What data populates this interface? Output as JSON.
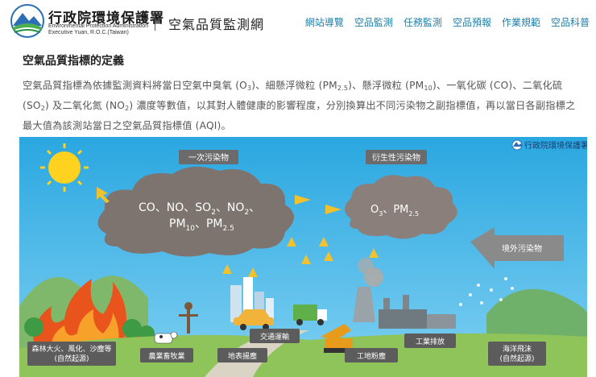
{
  "header": {
    "org_name": "行政院環境保護署",
    "org_en_line1": "Environmental Protection Administration",
    "org_en_line2": "Executive Yuan, R.O.C.(Taiwan)",
    "site_title": "空氣品質監測網",
    "nav": [
      "網站導覽",
      "空品監測",
      "任務監測",
      "空品預報",
      "作業規範",
      "空品科普"
    ]
  },
  "main": {
    "heading": "空氣品質指標的定義",
    "paragraph": {
      "t1": "空氣品質指標為依據監測資料將當日空氣中臭氧 (O",
      "s1": "3",
      "t2": ")、細懸浮微粒 (PM",
      "s2": "2.5",
      "t3": ")、懸浮微粒 (PM",
      "s3": "10",
      "t4": ")、一氧化碳 (CO)、二氧化硫 (SO",
      "s4": "2",
      "t5": ") 及二氧化氮 (NO",
      "s5": "2",
      "t6": ") 濃度等數值，以其對人體健康的影響程度，分別換算出不同污染物之副指標值，再以當日各副指標之最大值為該測站當日之空氣品質指標值 (AQI)。"
    }
  },
  "infographic": {
    "watermark": "行政院環境保護署",
    "primary_label": "一次污染物",
    "secondary_label": "衍生性污染物",
    "primary_cloud": {
      "line1": "CO、NO、SO",
      "line1_sub1": "2",
      "line1_mid": "、NO",
      "line1_sub2": "2",
      "line1_end": "、",
      "line2_a": "PM",
      "line2_sub1": "10",
      "line2_mid": "、PM",
      "line2_sub2": "2.5"
    },
    "secondary_cloud": {
      "a": "O",
      "sub1": "3",
      "mid": "、PM",
      "sub2": "2.5"
    },
    "foreign_label": "境外污染物",
    "sources": {
      "forest_fire_1": "森林大火、風化、沙塵等",
      "forest_fire_2": "(自然起源)",
      "livestock": "農業畜牧業",
      "road_dust": "地表揚塵",
      "traffic": "交通運輸",
      "construction": "工地粉塵",
      "industry": "工業排放",
      "sea_spray_1": "海洋飛沫",
      "sea_spray_2": "(自然起源)"
    }
  }
}
